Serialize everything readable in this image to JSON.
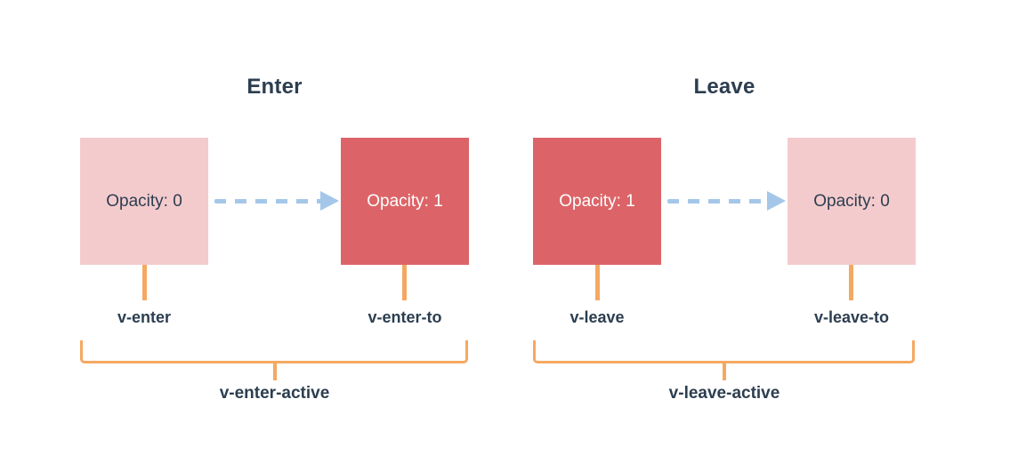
{
  "diagram": {
    "panels": [
      {
        "title": "Enter",
        "boxes": [
          {
            "label": "Opacity: 0",
            "class_name": "v-enter",
            "fill": "#f4cbcd",
            "text_color": "#2c3e50"
          },
          {
            "label": "Opacity: 1",
            "class_name": "v-enter-to",
            "fill": "#dc6468",
            "text_color": "#ffffff"
          }
        ],
        "active_label": "v-enter-active"
      },
      {
        "title": "Leave",
        "boxes": [
          {
            "label": "Opacity: 1",
            "class_name": "v-leave",
            "fill": "#dc6468",
            "text_color": "#ffffff"
          },
          {
            "label": "Opacity: 0",
            "class_name": "v-leave-to",
            "fill": "#f4cbcd",
            "text_color": "#2c3e50"
          }
        ],
        "active_label": "v-leave-active"
      }
    ],
    "colors": {
      "background": "#ffffff",
      "text": "#2c3e50",
      "pink_box": "#f4cbcd",
      "red_box": "#dc6468",
      "arrow_blue": "#a4c7e9",
      "bracket_orange": "#f5a862"
    }
  }
}
